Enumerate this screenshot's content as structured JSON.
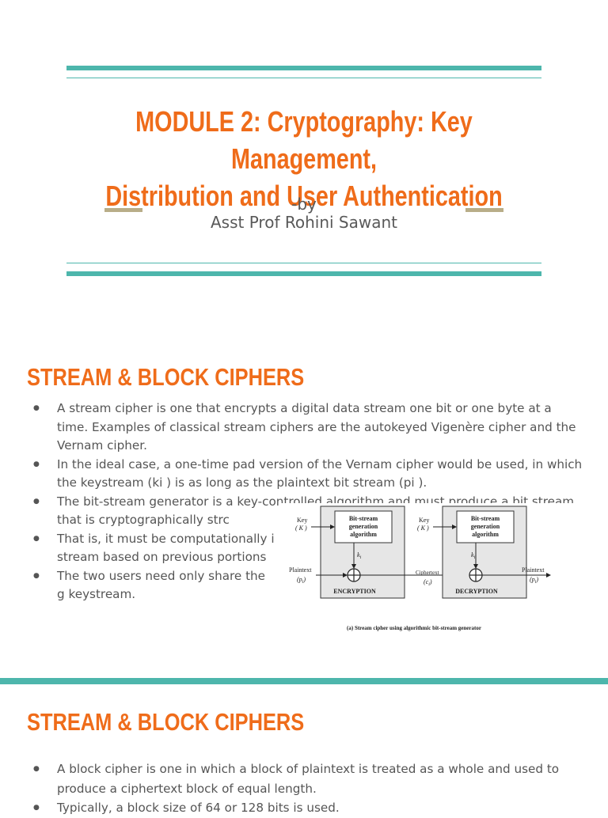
{
  "slide1": {
    "title_line1": "MODULE 2: Cryptography: Key Management,",
    "title_line2": "Distribution and User Authentication",
    "byline": "-by",
    "author": "Asst Prof Rohini Sawant"
  },
  "slide2": {
    "heading": "STREAM & BLOCK CIPHERS",
    "bullets": [
      "A stream cipher is one that encrypts a digital data stream one bit or one byte at a time. Examples of classical stream ciphers are the autokeyed Vigenère cipher and the Vernam cipher.",
      "In the ideal case, a one-time pad version of the Vernam cipher would be used, in which the keystream (ki ) is as long as the plaintext bit stream (pi ).",
      "The bit-stream generator is a key-controlled algorithm and must produce a bit stream that is cryptographically strc",
      "That is, it must be computationally i                                                              bit stream based on previous portions",
      "The two users need only share the g keystream."
    ],
    "figure": {
      "key_label": "Key",
      "key_symbol": "( K )",
      "generator_label_1": "Bit-stream",
      "generator_label_2": "generation",
      "generator_label_3": "algorithm",
      "ki_label": "k",
      "ki_sub": "i",
      "plaintext_label": "Plaintext",
      "pi_label": "(p",
      "pi_sub": "i",
      "ciphertext_label": "Ciphertext",
      "ci_label": "(c",
      "ci_sub": "i",
      "encryption_label": "ENCRYPTION",
      "decryption_label": "DECRYPTION",
      "caption": "(a) Stream cipher using algorithmic bit-stream generator"
    }
  },
  "slide3": {
    "heading": "STREAM & BLOCK CIPHERS",
    "bullets": [
      "A block cipher is one in which a block of plaintext is treated as a whole and used to produce a ciphertext block of equal length.",
      "Typically, a block size of 64 or 128 bits is used."
    ]
  },
  "colors": {
    "accent_orange": "#ef6c1a",
    "teal": "#4db6ac",
    "tan_dash": "#b8ad88",
    "body_text": "#555555"
  }
}
